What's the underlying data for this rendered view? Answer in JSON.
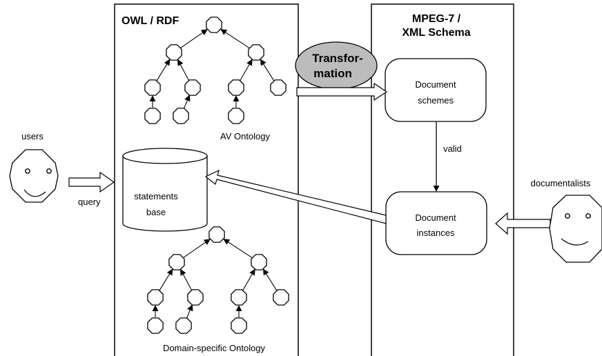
{
  "panels": {
    "owl_title": "OWL / RDF",
    "mpeg_title_line1": "MPEG-7 /",
    "mpeg_title_line2": "XML Schema"
  },
  "ontologies": {
    "av_label": "AV Ontology",
    "domain_label": "Domain-specific Ontology"
  },
  "statements_base": {
    "line1": "statements",
    "line2": "base"
  },
  "transformation": {
    "line1": "Transfor-",
    "line2": "mation"
  },
  "document_schemes": {
    "line1": "Document",
    "line2": "schemes"
  },
  "document_instances": {
    "line1": "Document",
    "line2": "instances"
  },
  "edges": {
    "valid_label": "valid",
    "query_label": "query"
  },
  "actors": {
    "users_label": "users",
    "documentalists_label": "documentalists"
  }
}
